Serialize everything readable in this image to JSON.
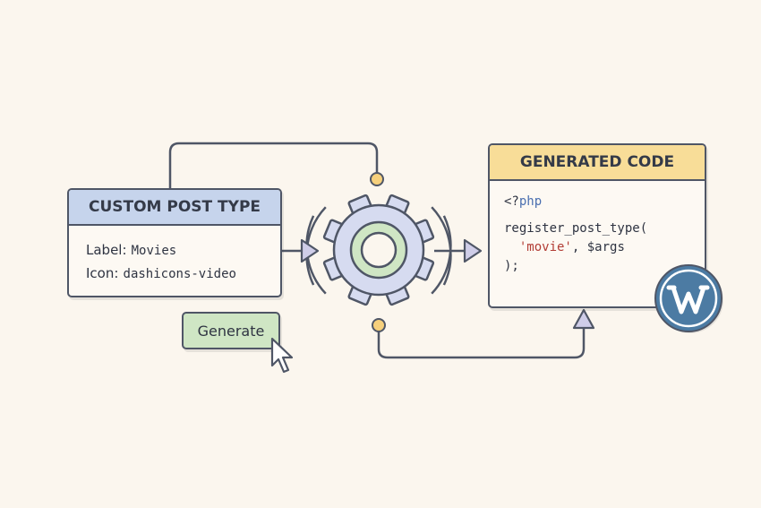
{
  "custom_post_type": {
    "title": "CUSTOM POST TYPE",
    "fields": [
      {
        "key": "Label:",
        "value": "Movies"
      },
      {
        "key": "Icon:",
        "value": "dashicons-video"
      }
    ]
  },
  "generate_button": {
    "label": "Generate"
  },
  "generated_code": {
    "title": "GENERATED CODE",
    "lines": {
      "open": "<?",
      "open_kw": "php",
      "call": "register_post_type(",
      "indent": "  ",
      "arg_string": "'movie'",
      "arg_rest": ", $args",
      "close": ");"
    }
  },
  "icons": {
    "gear": "gear-icon",
    "cursor": "mouse-pointer-icon",
    "logo": "wordpress-logo"
  },
  "colors": {
    "background": "#fbf6ee",
    "outline": "#4f5666",
    "cpt_header": "#c6d4ec",
    "code_header": "#f8dd98",
    "button": "#cfe6c4",
    "gear_fill": "#d6dbf0",
    "gear_ring": "#cfe6c4",
    "node_dot": "#f6d07c",
    "arrow_fill": "#cfcde8",
    "wordpress_blue": "#4c7ba3",
    "string_red": "#b23d35",
    "keyword_blue": "#4a6fb0"
  }
}
